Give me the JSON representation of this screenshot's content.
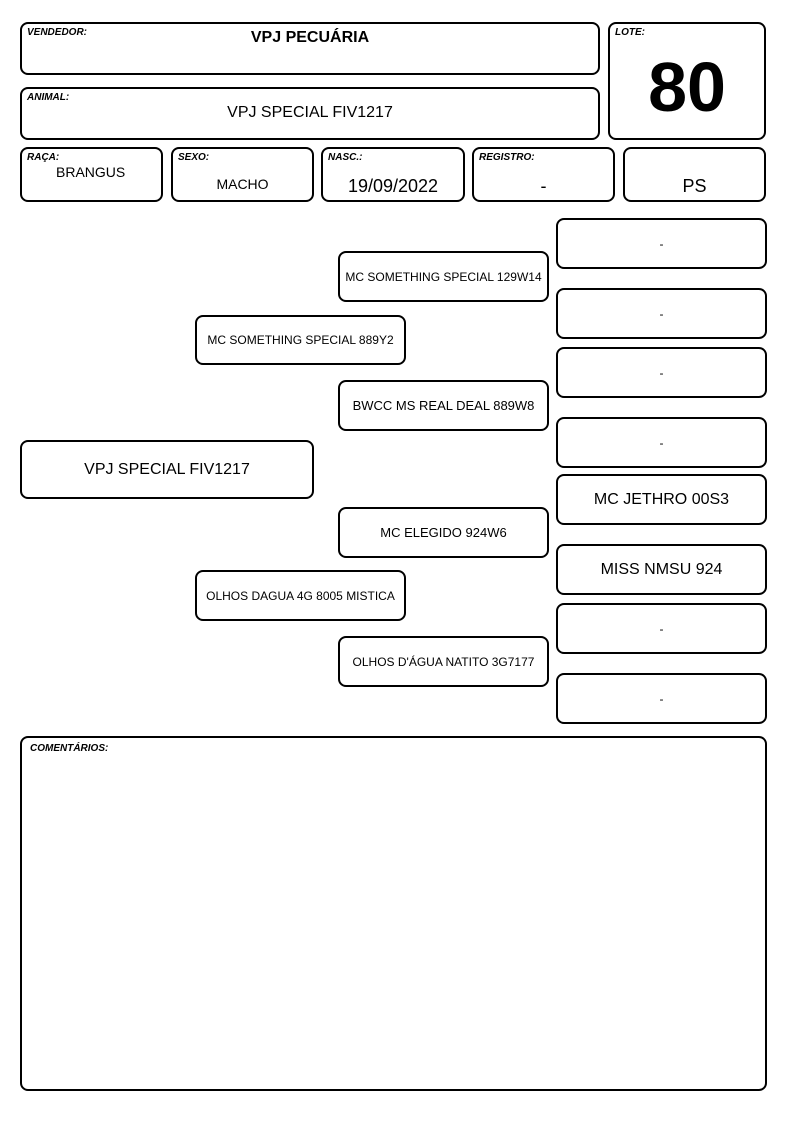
{
  "header": {
    "vendedor_label": "VENDEDOR:",
    "vendedor": "VPJ PECUÁRIA",
    "lote_label": "LOTE:",
    "lote": "80",
    "animal_label": "ANIMAL:",
    "animal": "VPJ SPECIAL FIV1217"
  },
  "info": {
    "raca_label": "RAÇA:",
    "raca": "BRANGUS",
    "sexo_label": "SEXO:",
    "sexo": "MACHO",
    "nasc_label": "NASC.:",
    "nasc": "19/09/2022",
    "registro_label": "REGISTRO:",
    "registro": "-",
    "categoria": "PS"
  },
  "pedigree": {
    "animal": "VPJ SPECIAL FIV1217",
    "sire": "MC SOMETHING SPECIAL 889Y2",
    "dam": "OLHOS DAGUA 4G 8005 MISTICA",
    "sire_sire": "MC SOMETHING SPECIAL 129W14",
    "sire_dam": "BWCC MS REAL DEAL 889W8",
    "dam_sire": "MC ELEGIDO 924W6",
    "dam_dam": "OLHOS D'ÁGUA NATITO 3G7177",
    "gg": [
      "-",
      "-",
      "-",
      "-",
      "MC JETHRO 00S3",
      "MISS NMSU 924",
      "-",
      "-"
    ]
  },
  "comments": {
    "label": "COMENTÁRIOS:",
    "text": ""
  }
}
